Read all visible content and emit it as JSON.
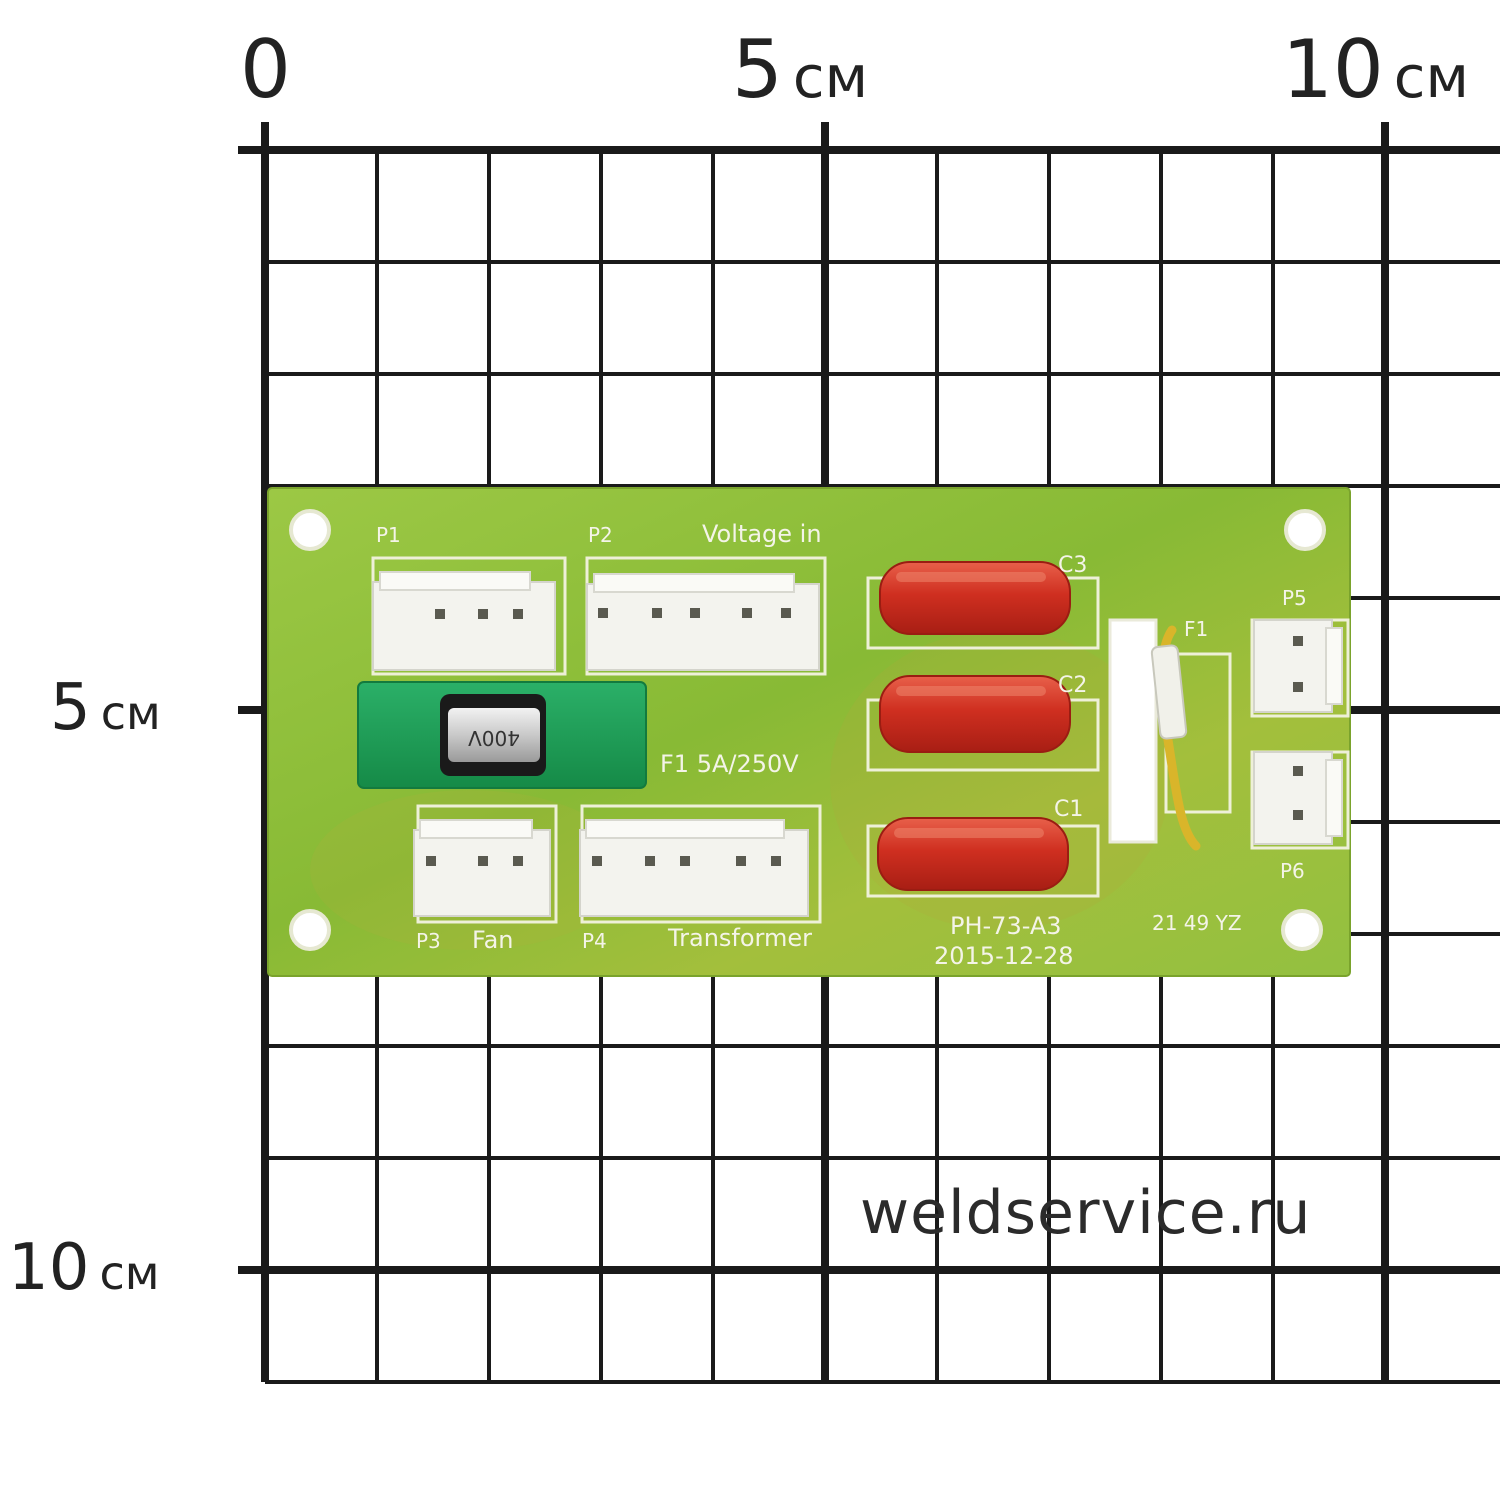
{
  "scale": {
    "top": [
      {
        "num": "0",
        "unit": ""
      },
      {
        "num": "5",
        "unit": "см"
      },
      {
        "num": "10",
        "unit": "см"
      }
    ],
    "left": [
      {
        "num": "5",
        "unit": "см"
      },
      {
        "num": "10",
        "unit": "см"
      }
    ]
  },
  "board": {
    "labels": {
      "p1": "P1",
      "p2": "P2",
      "voltage_in": "Voltage in",
      "p3": "P3",
      "fan": "Fan",
      "p4": "P4",
      "transformer": "Transformer",
      "p5": "P5",
      "p6": "P6",
      "c1": "C1",
      "c2": "C2",
      "c3": "C3",
      "f1_fuse": "F1 5A/250V",
      "f1_varistor": "F1",
      "fuse_body": "400V",
      "model": "PH-73-A3",
      "date": "2015-12-28",
      "lot": "21 49 YZ"
    },
    "colors": {
      "pcb": "#8fbf3a",
      "capacitor": "#d23a28",
      "fuse_holder": "#1f9a55",
      "connector": "#f3f3ee"
    }
  },
  "watermark": "weldservice.ru"
}
